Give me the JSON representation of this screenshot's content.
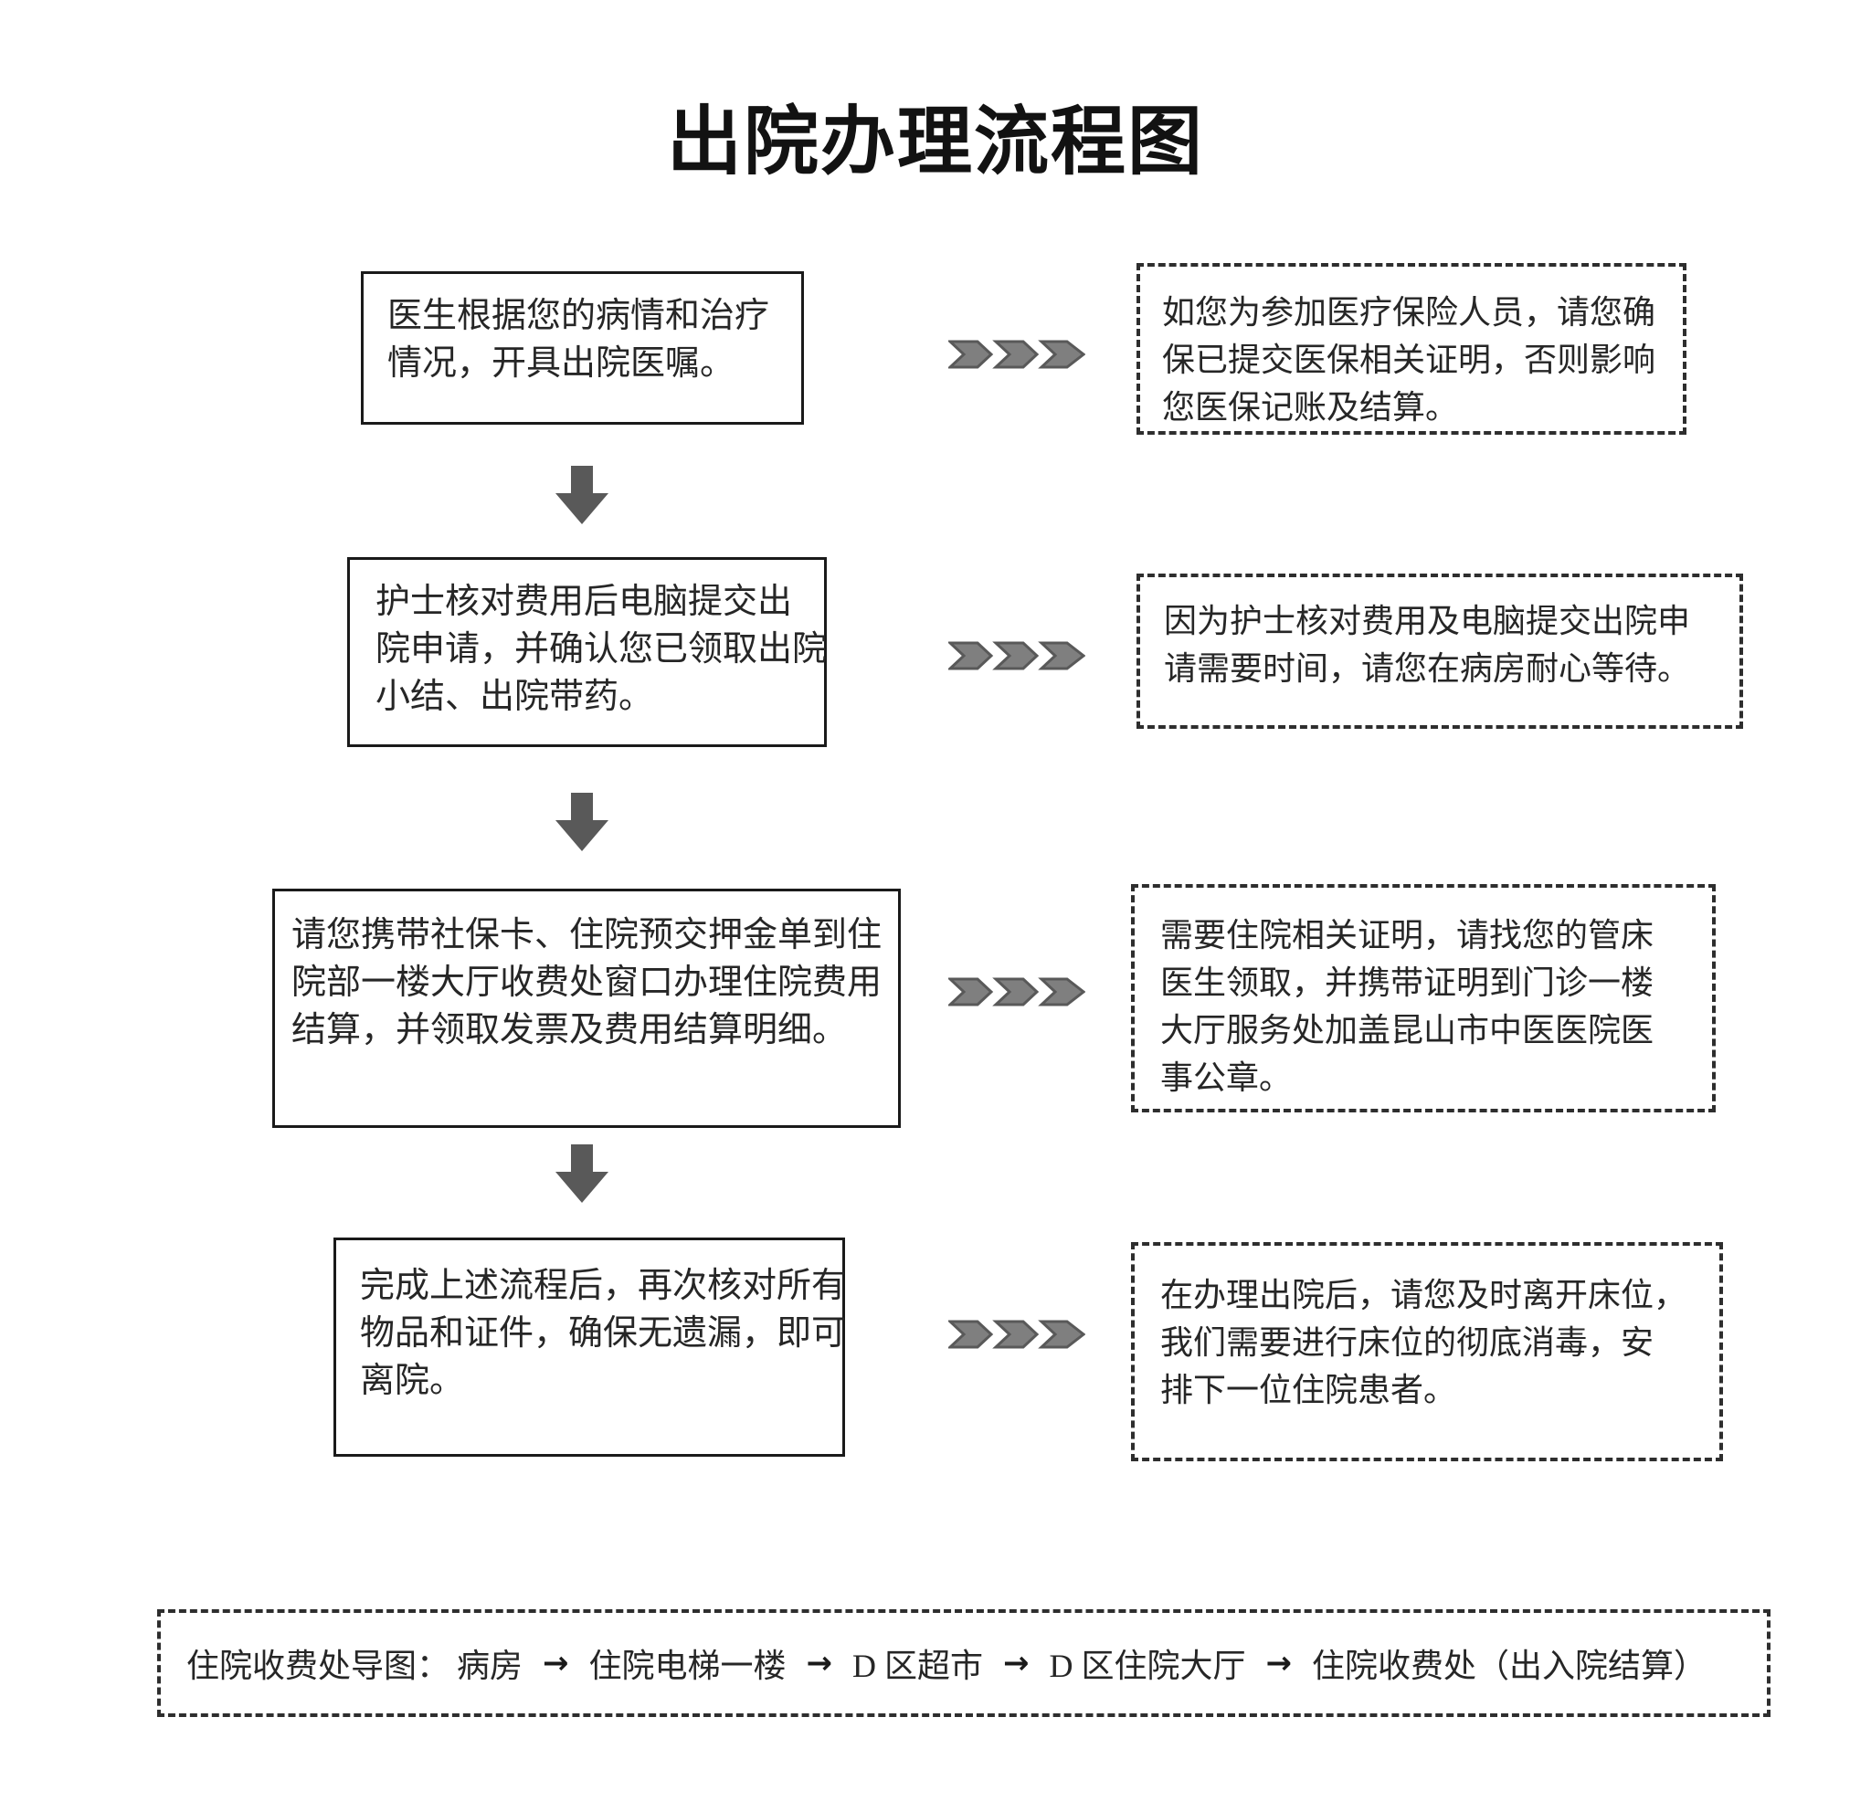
{
  "title": "出院办理流程图",
  "flow": {
    "rows": [
      {
        "step": {
          "lines": [
            "医生根据您的病情和治疗",
            "情况，开具出院医嘱。"
          ]
        },
        "note": {
          "lines": [
            "如您为参加医疗保险人员，请您确",
            "保已提交医保相关证明，否则影响",
            "您医保记账及结算。"
          ]
        }
      },
      {
        "step": {
          "lines": [
            "护士核对费用后电脑提交出",
            "院申请，并确认您已领取出院",
            "小结、出院带药。"
          ]
        },
        "note": {
          "lines": [
            "因为护士核对费用及电脑提交出院申",
            "请需要时间，请您在病房耐心等待。"
          ]
        }
      },
      {
        "step": {
          "lines": [
            "请您携带社保卡、住院预交押金单到住",
            "院部一楼大厅收费处窗口办理住院费用",
            "结算，并领取发票及费用结算明细。"
          ]
        },
        "note": {
          "lines": [
            "需要住院相关证明，请找您的管床",
            "医生领取，并携带证明到门诊一楼",
            "大厅服务处加盖昆山市中医医院医",
            "事公章。"
          ]
        }
      },
      {
        "step": {
          "lines": [
            "完成上述流程后，再次核对所有",
            "物品和证件，确保无遗漏，即可",
            "离院。"
          ]
        },
        "note": {
          "lines": [
            "在办理出院后，请您及时离开床位，",
            "我们需要进行床位的彻底消毒，安",
            "排下一位住院患者。"
          ]
        }
      }
    ]
  },
  "footer": {
    "label": "住院收费处导图：",
    "stops": [
      "病房",
      "住院电梯一楼",
      "D 区超市",
      "D 区住院大厅",
      "住院收费处（出入院结算）"
    ],
    "arrow_char": "→"
  },
  "colors": {
    "chevron_fill": "#7f7f7f",
    "chevron_stroke": "#595959",
    "down_arrow": "#595959",
    "box_border": "#1a1a1a",
    "dashed_border": "#2e2e2e",
    "text": "#262626"
  },
  "icons": {
    "flow_arrow": "triple-chevron-right",
    "down_arrow": "block-arrow-down",
    "route_arrow": "right-arrow"
  }
}
